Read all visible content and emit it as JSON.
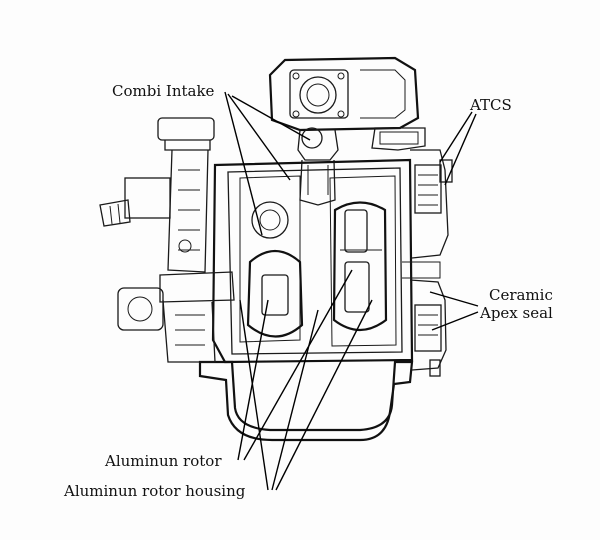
{
  "labels": {
    "combi_intake": "Combi Intake",
    "atcs": "ATCS",
    "ceramic_line1": "Ceramic",
    "ceramic_line2": "Apex seal",
    "aluminum_rotor": "Aluminun rotor",
    "aluminum_rotor_housing": "Aluminun rotor housing"
  }
}
